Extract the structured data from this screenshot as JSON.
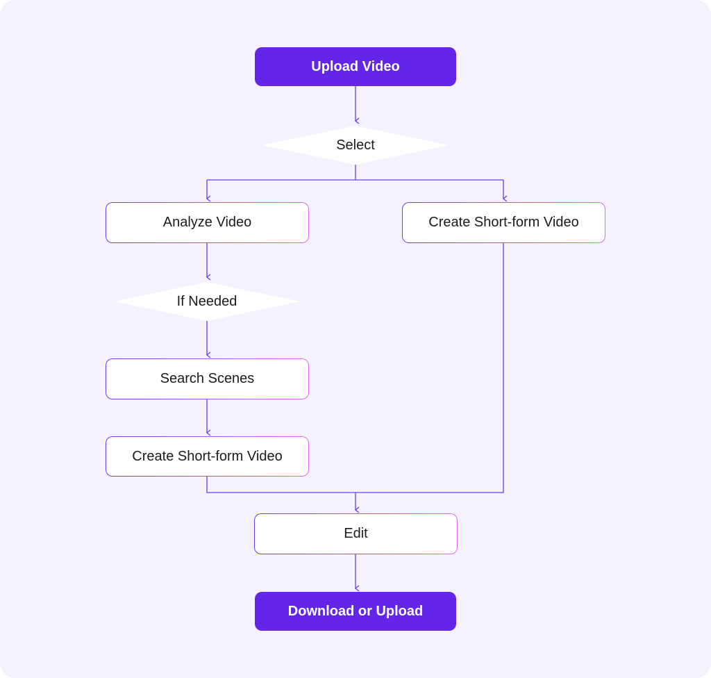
{
  "flowchart": {
    "start": {
      "label": "Upload Video"
    },
    "select_decision": {
      "label": "Select"
    },
    "analyze": {
      "label": "Analyze Video"
    },
    "create_short_right": {
      "label": "Create Short-form Video"
    },
    "if_needed_decision": {
      "label": "If Needed"
    },
    "search_scenes": {
      "label": "Search Scenes"
    },
    "create_short_left": {
      "label": "Create Short-form Video"
    },
    "edit": {
      "label": "Edit"
    },
    "end": {
      "label": "Download or Upload"
    }
  },
  "colors": {
    "background": "#f5f2fd",
    "primary": "#6326e8",
    "connector": "#6a3ce8",
    "border_start": "#6a3cf0",
    "border_end": "#e06af0"
  }
}
